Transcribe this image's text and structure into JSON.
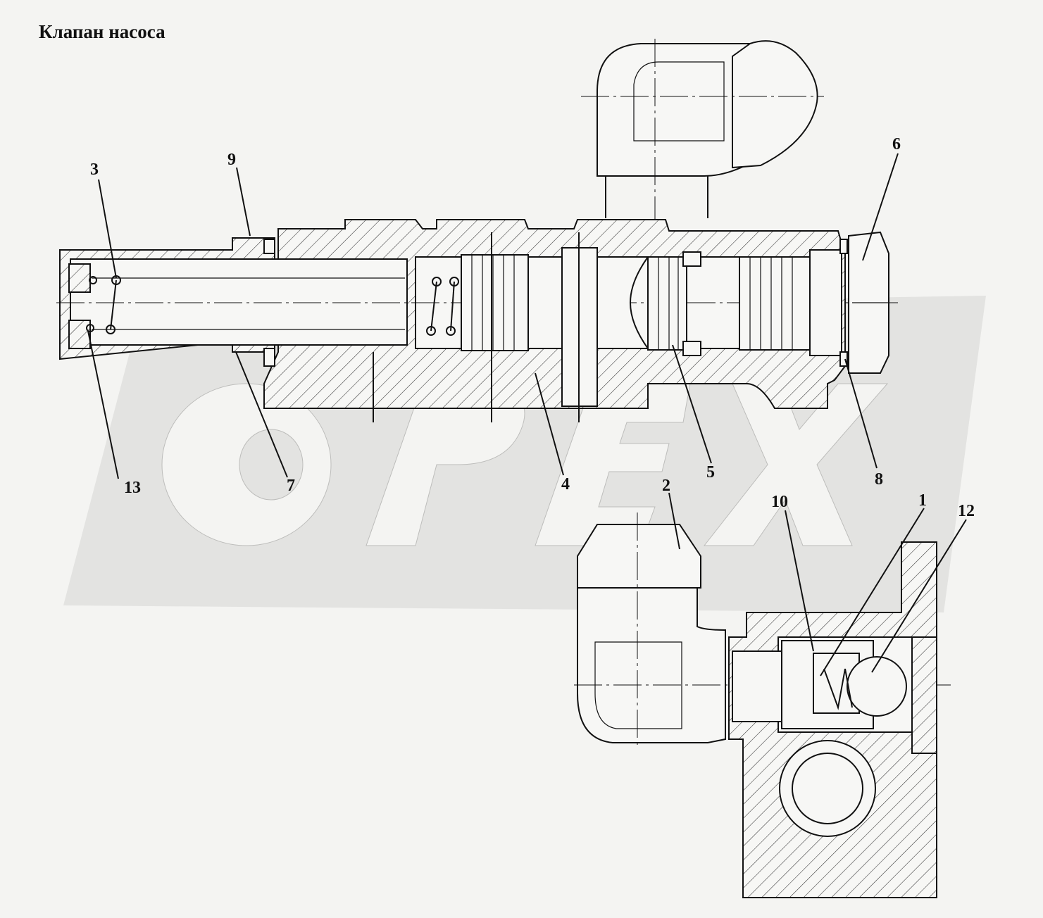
{
  "title": "Клапан насоса",
  "watermark": {
    "text": "OPEX",
    "color": "#d9d9d7"
  },
  "callouts": [
    {
      "key": "c1",
      "label": "1"
    },
    {
      "key": "c2",
      "label": "2"
    },
    {
      "key": "c3",
      "label": "3"
    },
    {
      "key": "c4",
      "label": "4"
    },
    {
      "key": "c5",
      "label": "5"
    },
    {
      "key": "c6",
      "label": "6"
    },
    {
      "key": "c7",
      "label": "7"
    },
    {
      "key": "c8",
      "label": "8"
    },
    {
      "key": "c9",
      "label": "9"
    },
    {
      "key": "c10",
      "label": "10"
    },
    {
      "key": "c12",
      "label": "12"
    },
    {
      "key": "c13",
      "label": "13"
    }
  ]
}
